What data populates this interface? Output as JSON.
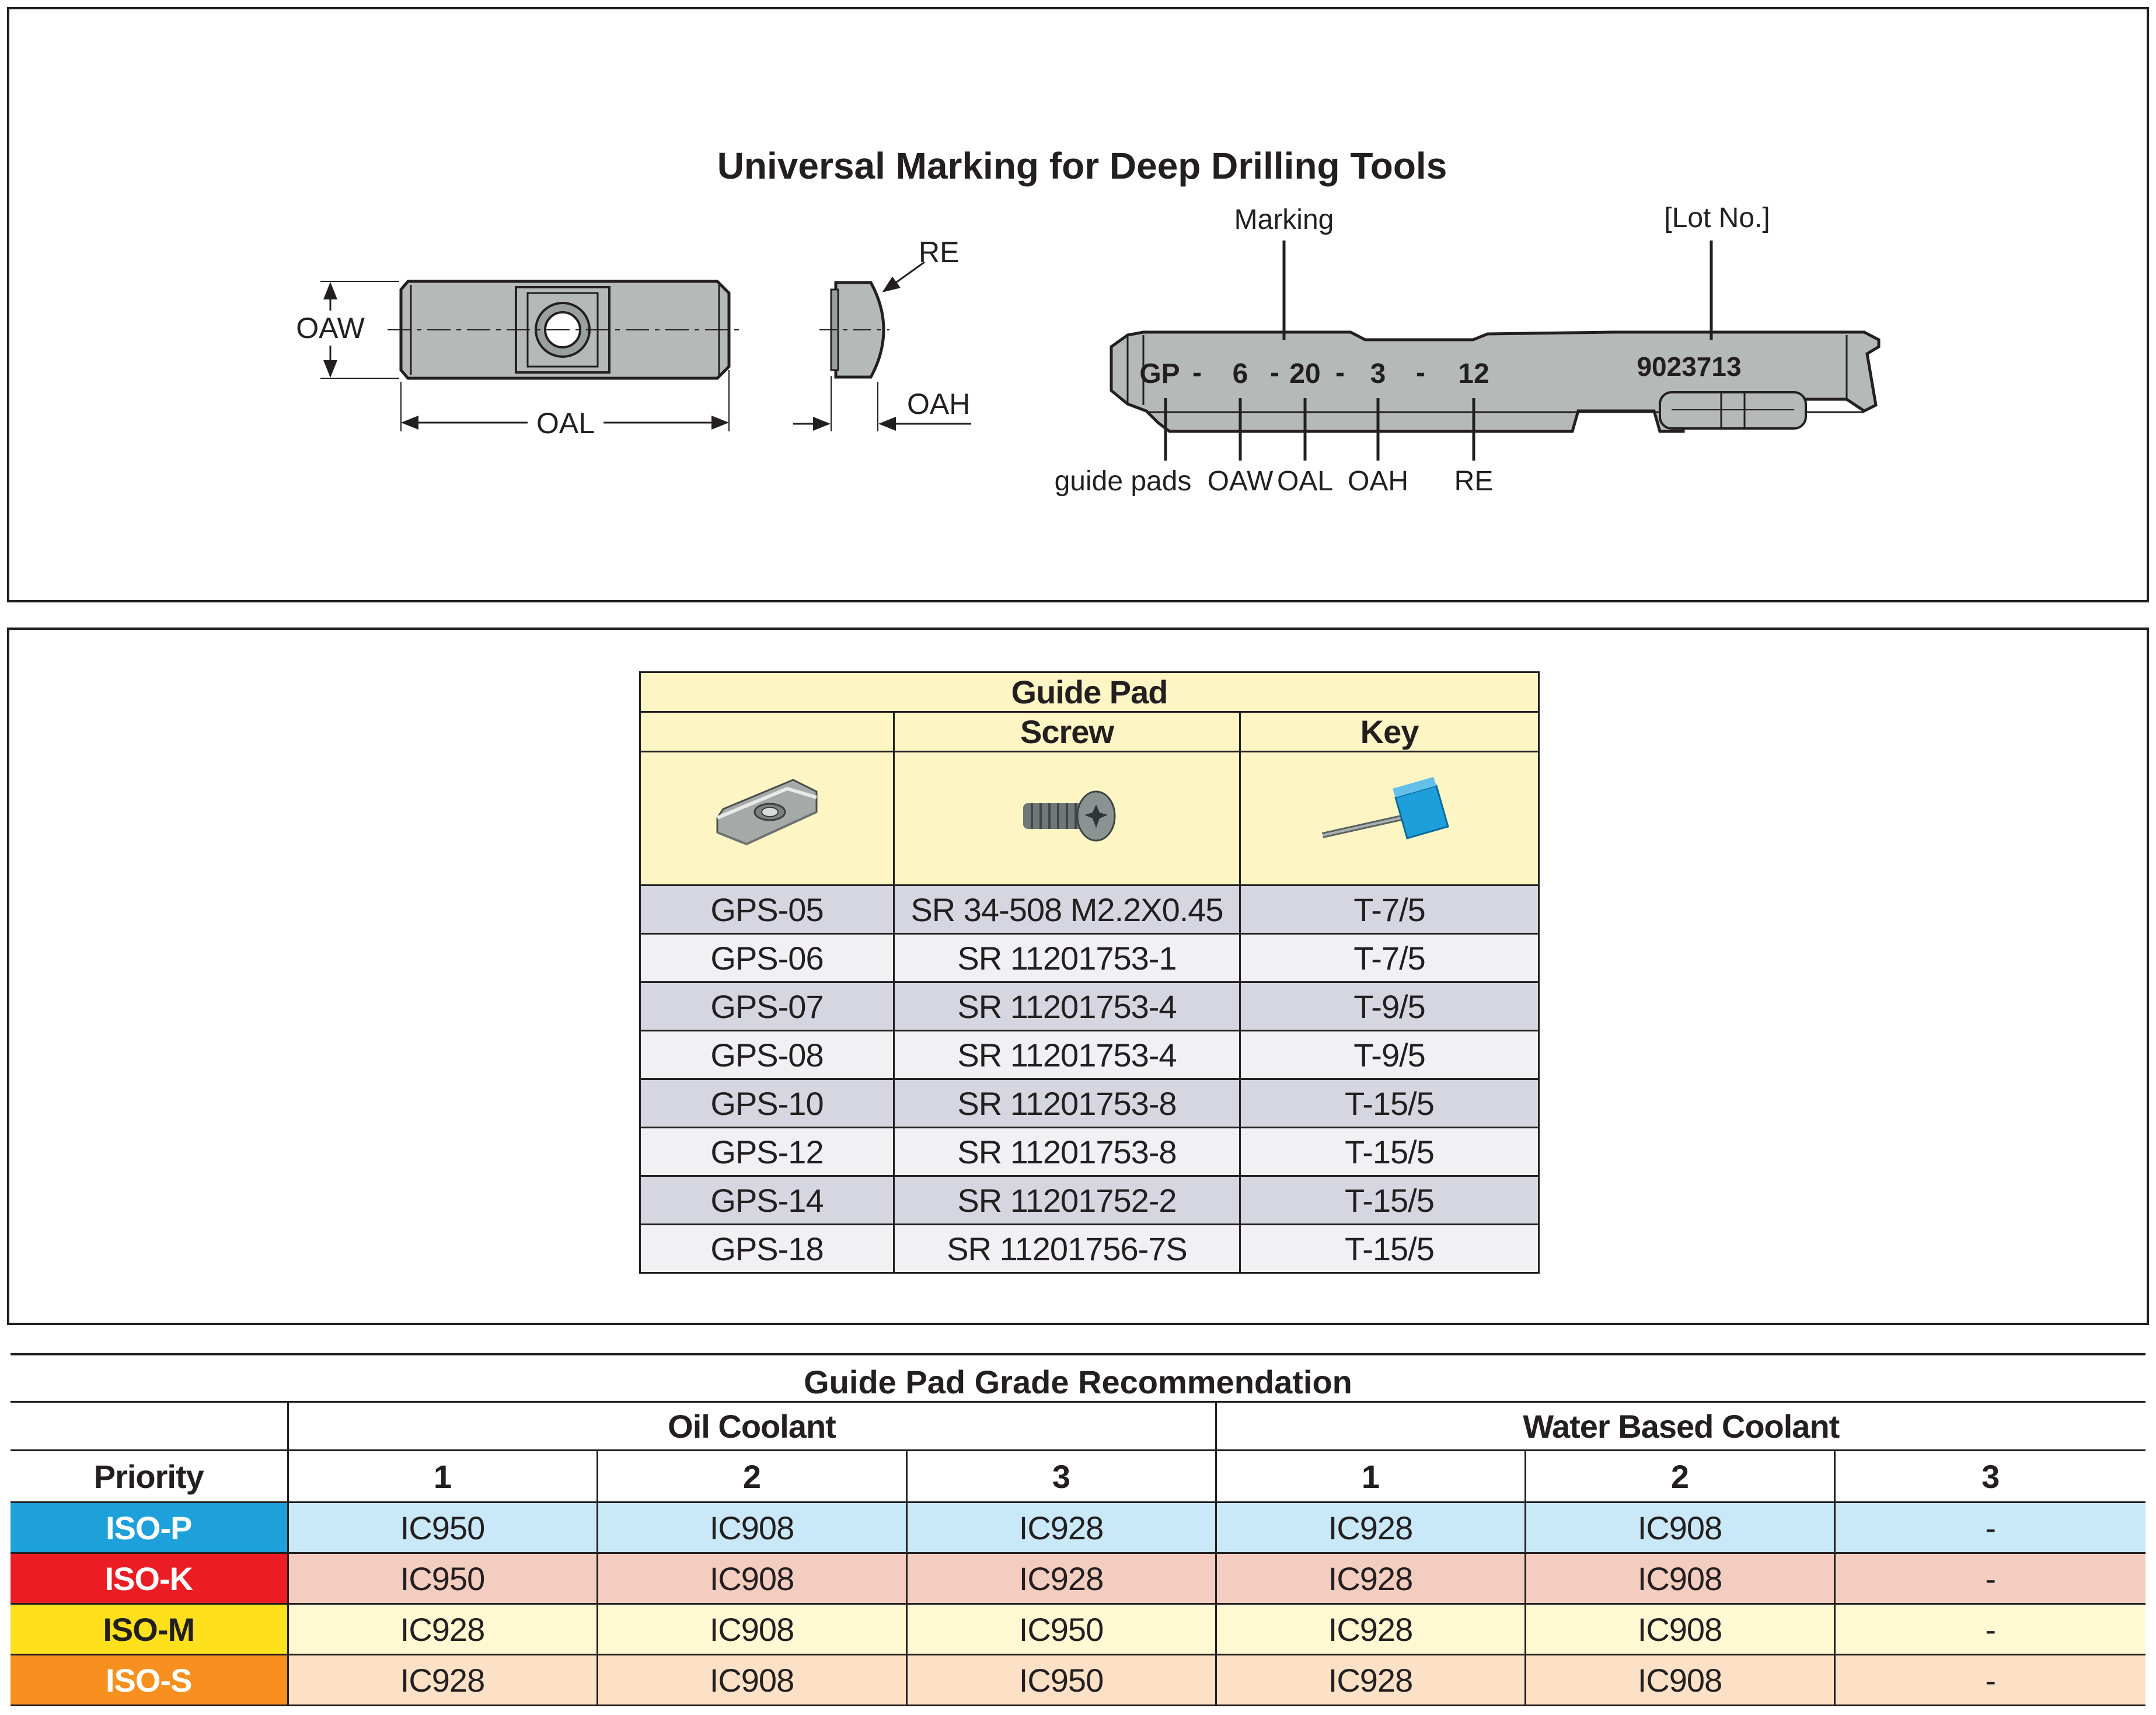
{
  "marking": {
    "title": "Universal Marking for Deep Drilling Tools",
    "dims": {
      "oaw": "OAW",
      "oal": "OAL",
      "re": "RE",
      "oah": "OAH"
    },
    "code": {
      "gp": "GP",
      "sep1": "-",
      "v6": "6",
      "sep2": "-",
      "v20": "20",
      "sep3": "-",
      "v3": "3",
      "sep4": "-",
      "v12": "12",
      "lot_value": "9023713"
    },
    "labels": {
      "marking": "Marking",
      "lot": "[Lot No.]",
      "guide_pads": "guide pads",
      "oaw": "OAW",
      "oal": "OAL",
      "oah": "OAH",
      "re": "RE"
    }
  },
  "guide_table": {
    "title": "Guide Pad",
    "col_screw": "Screw",
    "col_key": "Key",
    "rows": [
      {
        "pad": "GPS-05",
        "screw": "SR 34-508 M2.2X0.45",
        "key": "T-7/5"
      },
      {
        "pad": "GPS-06",
        "screw": "SR 11201753-1",
        "key": "T-7/5"
      },
      {
        "pad": "GPS-07",
        "screw": "SR 11201753-4",
        "key": "T-9/5"
      },
      {
        "pad": "GPS-08",
        "screw": "SR 11201753-4",
        "key": "T-9/5"
      },
      {
        "pad": "GPS-10",
        "screw": "SR 11201753-8",
        "key": "T-15/5"
      },
      {
        "pad": "GPS-12",
        "screw": "SR 11201753-8",
        "key": "T-15/5"
      },
      {
        "pad": "GPS-14",
        "screw": "SR 11201752-2",
        "key": "T-15/5"
      },
      {
        "pad": "GPS-18",
        "screw": "SR 11201756-7S",
        "key": "T-15/5"
      }
    ]
  },
  "grade": {
    "title": "Guide Pad Grade Recommendation",
    "oil": "Oil Coolant",
    "water": "Water Based Coolant",
    "priority": "Priority",
    "cols": [
      "1",
      "2",
      "3",
      "1",
      "2",
      "3"
    ],
    "rows": [
      {
        "iso": "ISO-P",
        "color": "#1ea0db",
        "text_color": "#ffffff",
        "bg": "#c9e8f8",
        "values": [
          "IC950",
          "IC908",
          "IC928",
          "IC928",
          "IC908",
          "-"
        ]
      },
      {
        "iso": "ISO-K",
        "color": "#ec1c24",
        "text_color": "#ffffff",
        "bg": "#f3cdbf",
        "values": [
          "IC950",
          "IC908",
          "IC928",
          "IC928",
          "IC908",
          "-"
        ]
      },
      {
        "iso": "ISO-M",
        "color": "#fee11c",
        "text_color": "#231f20",
        "bg": "#fef8d3",
        "values": [
          "IC928",
          "IC908",
          "IC950",
          "IC928",
          "IC908",
          "-"
        ]
      },
      {
        "iso": "ISO-S",
        "color": "#f7901e",
        "text_color": "#ffffff",
        "bg": "#fde1c7",
        "values": [
          "IC928",
          "IC908",
          "IC950",
          "IC928",
          "IC908",
          "-"
        ]
      }
    ]
  }
}
